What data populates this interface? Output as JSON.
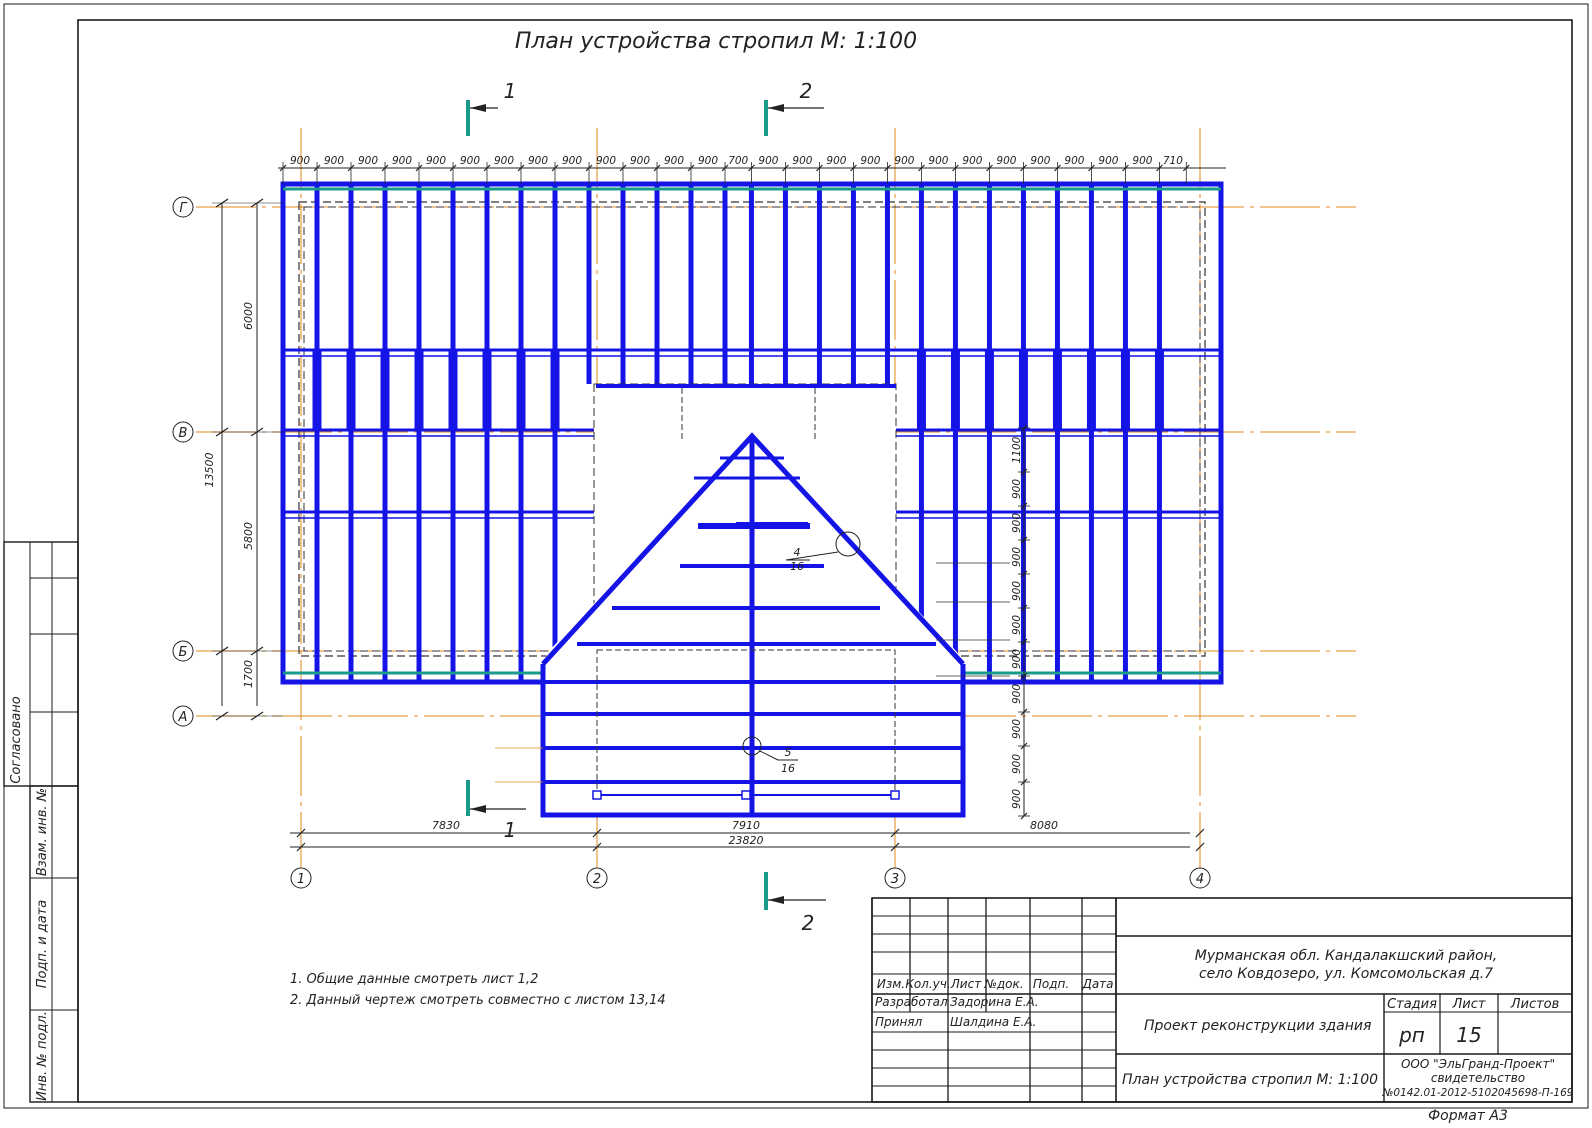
{
  "title": "План устройства стропил  М: 1:100",
  "colors": {
    "rafter": "#1414e6",
    "axis": "#e08a1e",
    "teal": "#1a9a8a",
    "frame": "#1a1a1a",
    "dash": "#333333"
  },
  "axes": {
    "letters": [
      "Г",
      "В",
      "Б",
      "А"
    ],
    "numbers": [
      "1",
      "2",
      "3",
      "4"
    ]
  },
  "top_dims": [
    "900",
    "900",
    "900",
    "900",
    "900",
    "900",
    "900",
    "900",
    "900",
    "900",
    "900",
    "900",
    "900",
    "700",
    "900",
    "900",
    "900",
    "900",
    "900",
    "900",
    "900",
    "900",
    "900",
    "900",
    "900",
    "900",
    "710"
  ],
  "left_dims": {
    "overall": "13500",
    "segments": [
      "6000",
      "5800",
      "1700"
    ]
  },
  "right_dims": [
    "1100",
    "900",
    "900",
    "900",
    "900",
    "900",
    "900",
    "900",
    "900",
    "900",
    "900"
  ],
  "bottom_dims": {
    "segments": [
      "7830",
      "7910",
      "8080"
    ],
    "overall": "23820"
  },
  "sections": [
    {
      "label": "1",
      "position": "top"
    },
    {
      "label": "2",
      "position": "top"
    },
    {
      "label": "1",
      "position": "bottom"
    },
    {
      "label": "2",
      "position": "bottom"
    }
  ],
  "callouts": [
    {
      "num": "4",
      "sheet": "16"
    },
    {
      "num": "5",
      "sheet": "16"
    }
  ],
  "notes": [
    "1.  Общие данные смотреть лист 1,2",
    "2.  Данный чертеж смотреть совместно с листом 13,14"
  ],
  "side_labels": [
    "Согласовано",
    "Взам. инв. №",
    "Подп. и дата",
    "Инв. № подл."
  ],
  "stamp": {
    "headers": [
      "Изм.",
      "Кол.уч.",
      "Лист",
      "№док.",
      "Подп.",
      "Дата"
    ],
    "developed_label": "Разработал",
    "developed_name": "Задорина Е.А.",
    "accepted_label": "Принял",
    "accepted_name": "Шалдина Е.А.",
    "location_line1": "Мурманская обл. Кандалакшский район,",
    "location_line2": "село Ковдозеро, ул. Комсомольская д.7",
    "project": "Проект реконструкции  здания",
    "stage_label": "Стадия",
    "sheet_label": "Лист",
    "sheets_label": "Листов",
    "stage_value": "рп",
    "sheet_value": "15",
    "drawing_title": "План устройства стропил  М: 1:100",
    "org_line1": "ООО \"ЭльГранд-Проект\"",
    "org_line2": "свидетельство",
    "org_line3": "№0142.01-2012-5102045698-П-169",
    "format": "Формат    А3"
  }
}
